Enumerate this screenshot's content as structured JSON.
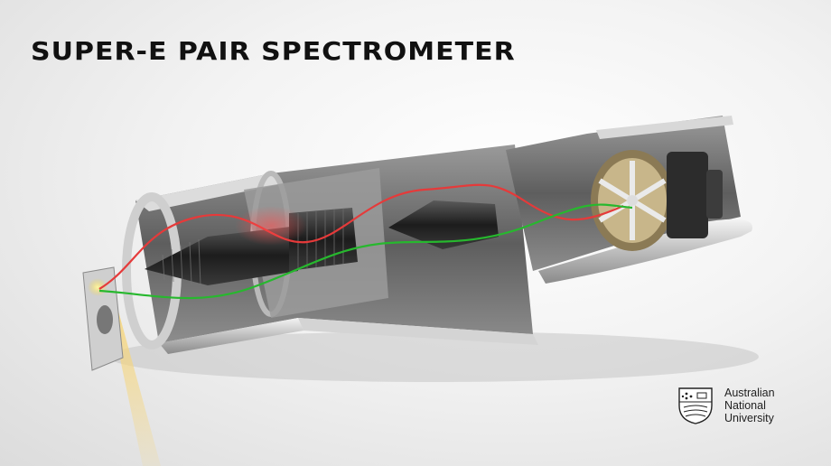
{
  "title": "SUPER-E PAIR SPECTROMETER",
  "logo": {
    "lines": [
      "Australian",
      "National",
      "University"
    ],
    "icon": "anu-crest-icon"
  },
  "colors": {
    "electron_path": "#e53a3a",
    "positron_path": "#27b82e",
    "beam": "#f4d27a",
    "metal_light": "#e6e6e6",
    "metal_dark": "#2a2a2a"
  }
}
